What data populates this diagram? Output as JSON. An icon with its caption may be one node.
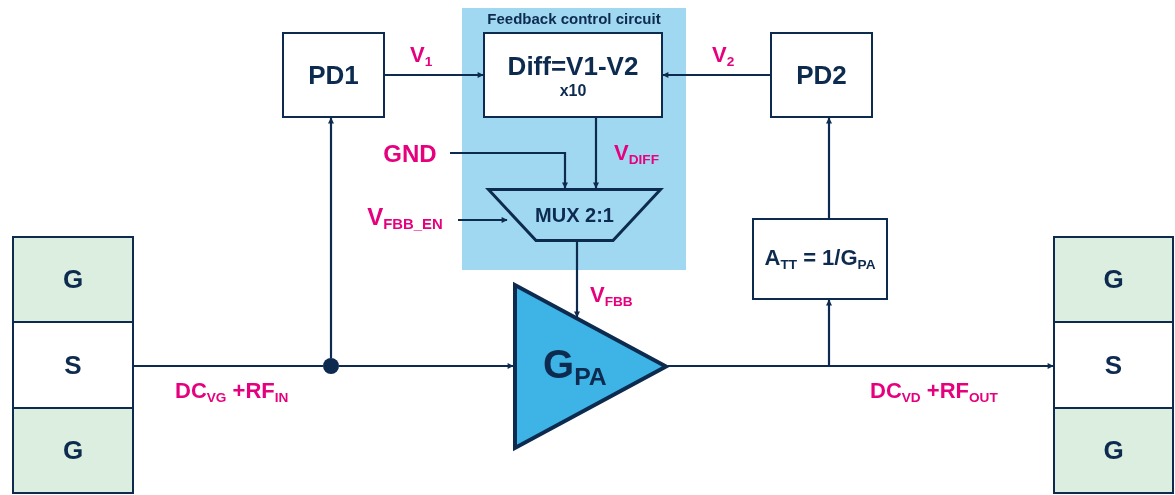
{
  "diagram": {
    "nodes": [
      {
        "text": [
          "Feedback control circuit"
        ]
      },
      {
        "text": [
          "PD1"
        ]
      },
      {
        "text": [
          "Diff=V1-V2",
          "x10"
        ],
        "in": 0
      },
      {
        "text": [
          "PD2"
        ]
      },
      {
        "text": [
          "GND"
        ]
      },
      {
        "text": [
          "MUX 2:1"
        ],
        "in": 0
      },
      {
        "text": [
          "V$_{FBB_EN}$"
        ]
      },
      {
        "text": [
          "G"
        ]
      },
      {
        "text": [
          "S"
        ]
      },
      {
        "text": [
          "G"
        ]
      },
      {
        "text": [],
        "shape": "circle"
      },
      {
        "text": [
          "G$_{PA}$"
        ]
      },
      {
        "text": [
          "A$_{TT}$ = 1/G$_{PA}$"
        ]
      },
      {
        "text": [
          "G"
        ]
      },
      {
        "text": [
          "S"
        ]
      },
      {
        "text": [
          "G"
        ]
      }
    ],
    "edges": [
      {
        "from": 1,
        "to": 2,
        "arrow": "to",
        "label": "V$_{1}$"
      },
      {
        "from": 3,
        "to": 2,
        "arrow": "to",
        "label": "V$_{2}$"
      },
      {
        "from": 2,
        "to": 5,
        "arrow": "to",
        "label": "V$_{DIFF}$"
      },
      {
        "from": 4,
        "to": 5,
        "arrow": "to"
      },
      {
        "from": 6,
        "to": 5,
        "arrow": "to"
      },
      {
        "from": 5,
        "to": 11,
        "arrow": "to",
        "label": "V$_{FBB}$"
      },
      {
        "from": 8,
        "to": 10,
        "arrow": "none",
        "label": "DC$_{VG}$ +RF$_{IN}$"
      },
      {
        "from": 10,
        "to": 11,
        "arrow": "to"
      },
      {
        "from": 10,
        "to": 1,
        "arrow": "to"
      },
      {
        "from": 11,
        "to": 14,
        "arrow": "to",
        "label": "DC$_{VD}$ +RF$_{OUT}$"
      },
      {
        "from": 11,
        "to": 12,
        "arrow": "to"
      },
      {
        "from": 12,
        "to": 3,
        "arrow": "to"
      }
    ]
  }
}
